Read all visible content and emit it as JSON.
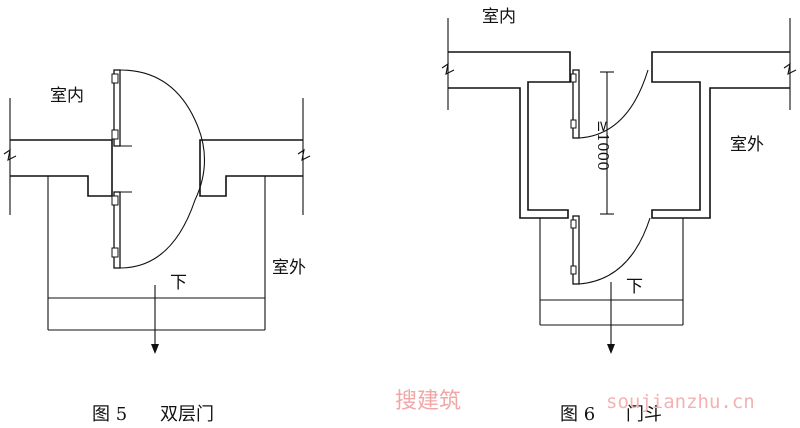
{
  "figure5": {
    "label_indoor": "室内",
    "label_outdoor": "室外",
    "label_down": "下",
    "caption_number": "图 5",
    "caption_title": "双层门"
  },
  "figure6": {
    "label_indoor": "室内",
    "label_outdoor": "室外",
    "label_down": "下",
    "dimension_label": "≥1000",
    "caption_number": "图 6",
    "caption_title": "门斗"
  },
  "watermark": {
    "text_cn": "搜建筑",
    "text_url": "soujianzhu.cn"
  }
}
